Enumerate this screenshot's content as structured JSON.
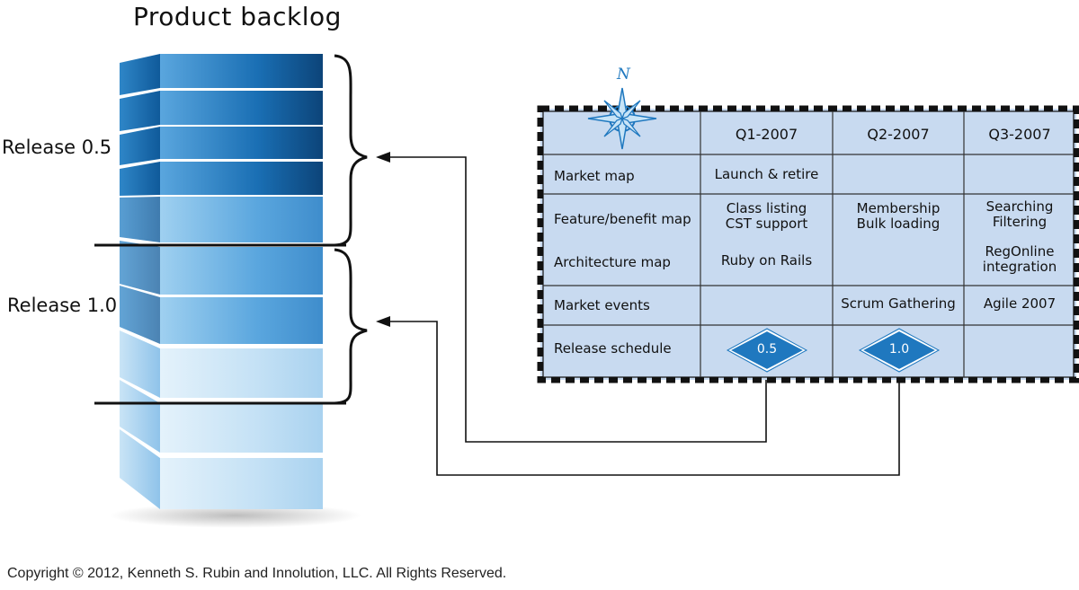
{
  "title": "Product backlog",
  "releases": [
    {
      "label": "Release 0.5"
    },
    {
      "label": "Release 1.0"
    }
  ],
  "roadmap": {
    "compass_letter": "N",
    "columns": [
      "Q1-2007",
      "Q2-2007",
      "Q3-2007"
    ],
    "rows": [
      {
        "label": "Market map",
        "cells": [
          "Launch & retire",
          "",
          ""
        ]
      },
      {
        "label": "Feature/benefit map",
        "cells": [
          "Class listing\nCST support",
          "Membership\nBulk loading",
          "Searching\nFiltering"
        ]
      },
      {
        "label": "Architecture map",
        "cells": [
          "Ruby on Rails",
          "",
          "RegOnline\nintegration"
        ]
      },
      {
        "label": "Market events",
        "cells": [
          "",
          "Scrum Gathering",
          "Agile 2007"
        ]
      },
      {
        "label": "Release schedule",
        "cells": [
          "0.5",
          "1.0",
          ""
        ]
      }
    ]
  },
  "colors": {
    "block_dark": "#0d4f8a",
    "block_mid": "#2a86c8",
    "block_light": "#cfe6f7",
    "table_fill": "#c8daf0",
    "diamond": "#1f78bf"
  },
  "footer": "Copyright © 2012, Kenneth S. Rubin and Innolution, LLC. All Rights Reserved."
}
